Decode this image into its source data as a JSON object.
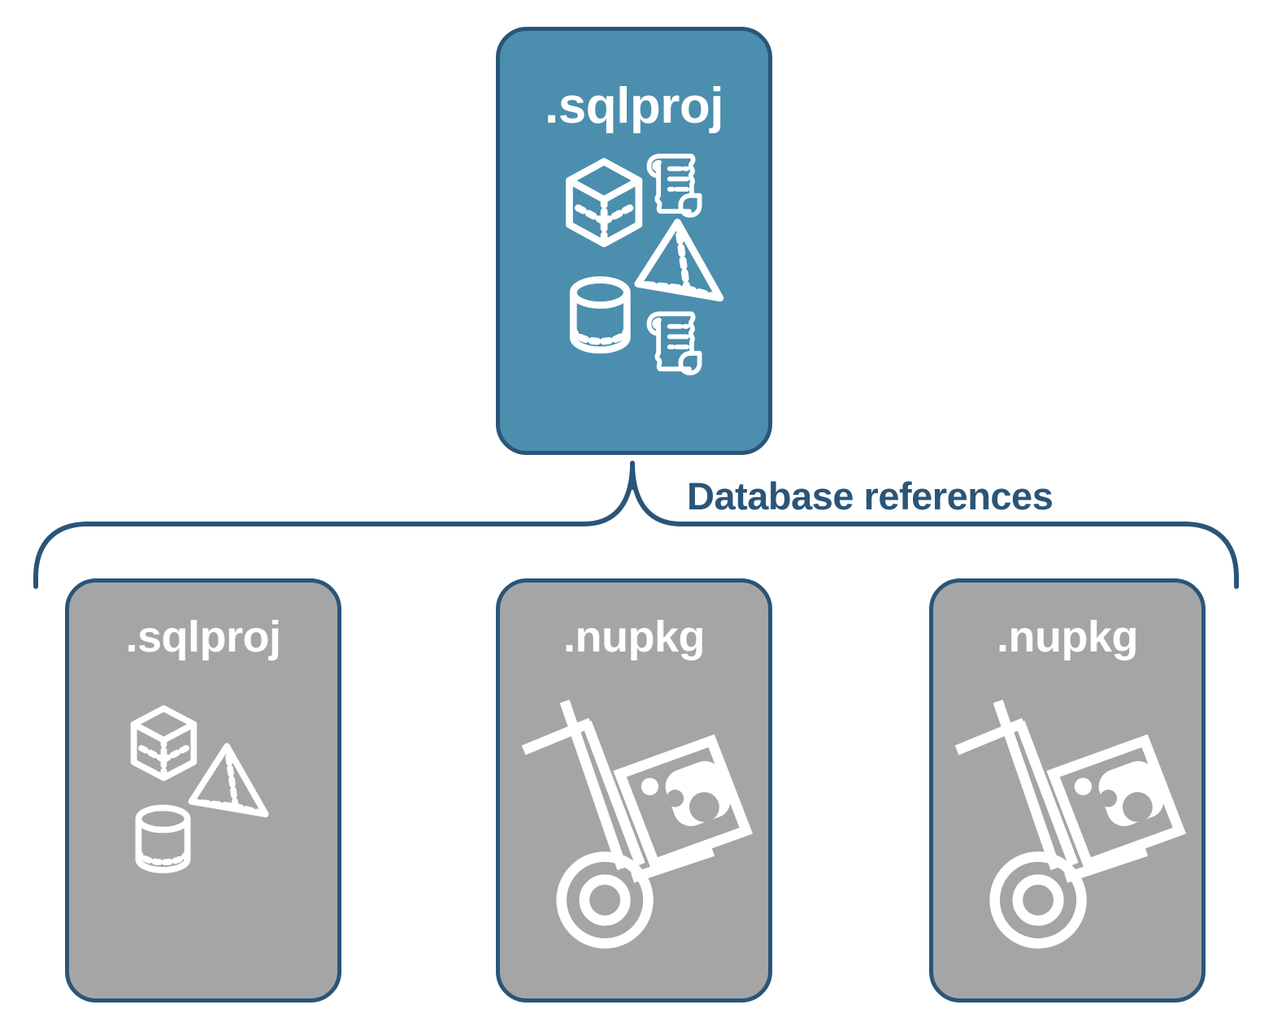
{
  "diagram": {
    "title_implicit": "",
    "colors": {
      "background": "#ffffff",
      "primary_card_fill": "#4b8eae",
      "reference_card_fill": "#a5a5a5",
      "border": "#2a5578",
      "label_text": "#2a5578",
      "card_text": "#ffffff"
    },
    "connector": {
      "label": "Database references",
      "style": "curly-brace",
      "orientation": "top-to-bottom"
    },
    "primary_card": {
      "label": ".sqlproj",
      "fill": "#4b8eae",
      "icons": [
        "cube-icon",
        "pyramid-icon",
        "cylinder-icon",
        "scroll-icon",
        "scroll-icon"
      ]
    },
    "reference_cards": [
      {
        "label": ".sqlproj",
        "fill": "#a5a5a5",
        "icon_set": "database-objects",
        "icons": [
          "cube-icon",
          "pyramid-icon",
          "cylinder-icon"
        ]
      },
      {
        "label": ".nupkg",
        "fill": "#a5a5a5",
        "icon_set": "package-delivery",
        "icons": [
          "hand-truck-icon",
          "package-box-icon"
        ]
      },
      {
        "label": ".nupkg",
        "fill": "#a5a5a5",
        "icon_set": "package-delivery",
        "icons": [
          "hand-truck-icon",
          "package-box-icon"
        ]
      }
    ]
  }
}
